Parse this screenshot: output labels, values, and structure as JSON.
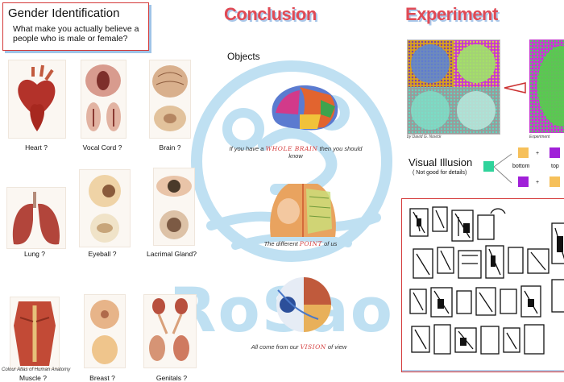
{
  "header": {
    "title": "Gender Identification",
    "question": "What make you actually believe a people who is male or female?"
  },
  "sections": {
    "conclusion": "Conclusion",
    "experiment": "Experiment"
  },
  "anatomy": [
    {
      "label": "Heart ?"
    },
    {
      "label": "Vocal Cord ?"
    },
    {
      "label": "Brain ?"
    },
    {
      "label": "Lung ?"
    },
    {
      "label": "Eyeball ?"
    },
    {
      "label": "Lacrimal Gland?"
    },
    {
      "label": "Muscle ?"
    },
    {
      "label": "Breast ?"
    },
    {
      "label": "Genitals ?"
    }
  ],
  "credit": "Colour Atlas of Human Anatomy",
  "objects": {
    "title": "Objects",
    "captions": [
      {
        "pre": "If you have a",
        "em": "WHOLE BRAIN",
        "post": "then you should know"
      },
      {
        "pre": "The different",
        "em": "POINT",
        "post": "of us"
      },
      {
        "pre": "All come from our",
        "em": "VISION",
        "post": "of view"
      }
    ]
  },
  "experiment": {
    "byline": "by David G. Novick",
    "caption": "Experiment",
    "visual_illusion": "Visual Illusion",
    "visual_illusion_note": "( Not good for details)",
    "bottom_label": "bottom",
    "top_label": "top",
    "plus": "+"
  },
  "watermark": "RoSao",
  "colors": {
    "accent_red": "#e04a55",
    "accent_blue": "#a9c8ea",
    "watermark": "#bfe0f2",
    "teal_square": "#2fd39b",
    "orange_square": "#f6c05a",
    "purple_square": "#a020d8"
  }
}
